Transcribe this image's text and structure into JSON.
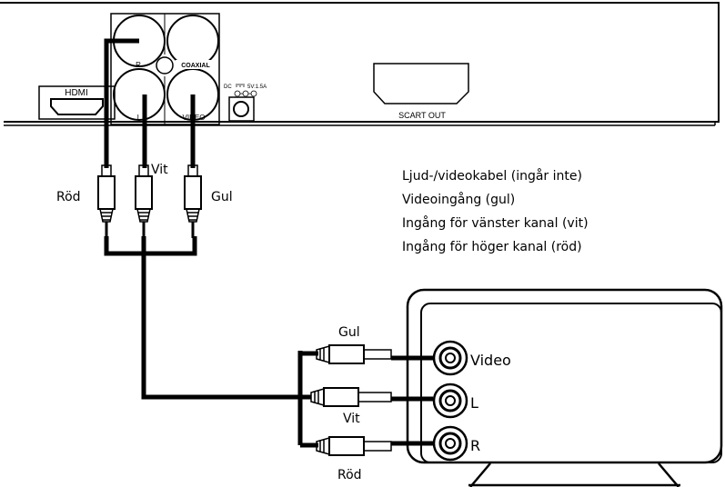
{
  "device": {
    "hdmi_label": "HDMI",
    "jack_r_label": "R",
    "jack_l_label": "L",
    "coaxial_label": "COAXIAL",
    "video_label": "VIDEO",
    "dc_label": "DC",
    "dc_rating": "5V:1.5A",
    "scart_label": "SCART OUT"
  },
  "cable_labels": {
    "red": "Röd",
    "white": "Vit",
    "yellow": "Gul"
  },
  "legend": [
    "Ljud-/videokabel (ingår inte)",
    "Videoingång (gul)",
    "Ingång för vänster kanal (vit)",
    "Ingång för höger kanal (röd)"
  ],
  "tv": {
    "video_label": "Video",
    "l_label": "L",
    "r_label": "R"
  }
}
